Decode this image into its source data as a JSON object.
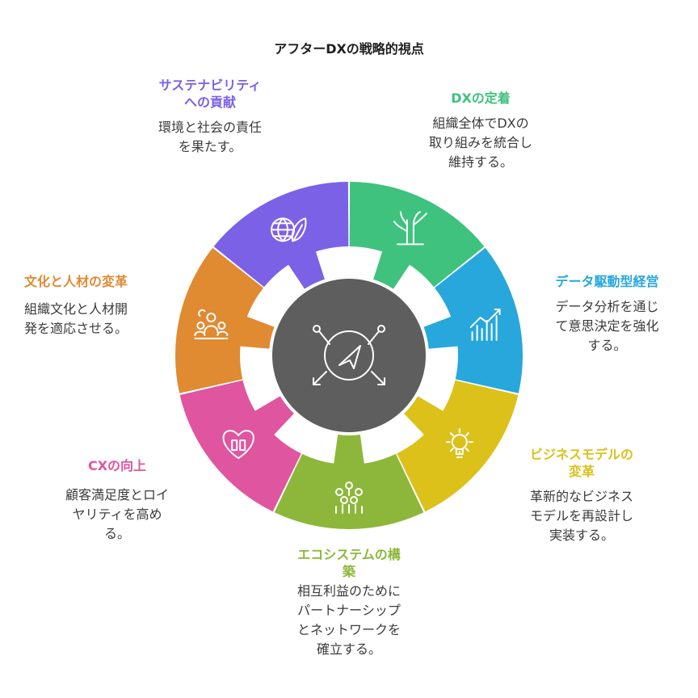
{
  "title": "アフターDXの戦略的視点",
  "colors": {
    "sustainability": "#7b61e6",
    "dx": "#3ec27e",
    "data": "#27a7db",
    "business": "#dcc11b",
    "eco": "#8db73a",
    "cx": "#df559f",
    "culture": "#e08a32",
    "center": "#5e5e5e"
  },
  "segments": [
    {
      "key": "sustainability",
      "title_lines": [
        "サステナビリティ",
        "への貢献"
      ],
      "desc_lines": [
        "環境と社会の責任",
        "を果たす。"
      ],
      "icon": "globe-leaf-icon"
    },
    {
      "key": "dx",
      "title_lines": [
        "DXの定着"
      ],
      "desc_lines": [
        "組織全体でDXの",
        "取り組みを統合し",
        "維持する。"
      ],
      "icon": "tree-icon"
    },
    {
      "key": "data",
      "title_lines": [
        "データ駆動型経営"
      ],
      "desc_lines": [
        "データ分析を通じ",
        "て意思決定を強化",
        "する。"
      ],
      "icon": "chart-trend-icon"
    },
    {
      "key": "business",
      "title_lines": [
        "ビジネスモデルの",
        "変革"
      ],
      "desc_lines": [
        "革新的なビジネス",
        "モデルを再設計し",
        "実装する。"
      ],
      "icon": "lightbulb-gear-icon"
    },
    {
      "key": "eco",
      "title_lines": [
        "エコシステムの構",
        "築"
      ],
      "desc_lines": [
        "相互利益のために",
        "パートナーシップ",
        "とネットワークを",
        "確立する。"
      ],
      "icon": "network-people-icon"
    },
    {
      "key": "cx",
      "title_lines": [
        "CXの向上"
      ],
      "desc_lines": [
        "顧客満足度とロイ",
        "ヤリティを高め",
        "る。"
      ],
      "icon": "heart-book-icon"
    },
    {
      "key": "culture",
      "title_lines": [
        "文化と人材の変革"
      ],
      "desc_lines": [
        "組織文化と人材開",
        "発を適応させる。"
      ],
      "icon": "team-icon"
    }
  ],
  "center_icon": "navigation-arrows-icon"
}
